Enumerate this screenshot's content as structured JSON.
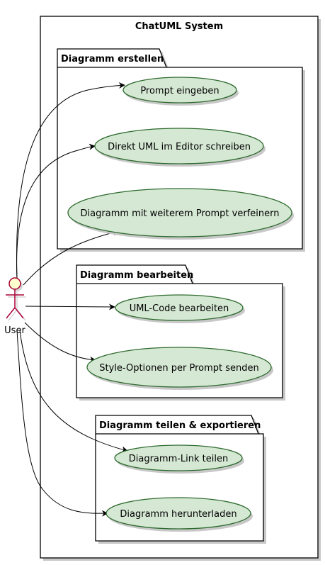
{
  "system": {
    "title": "ChatUML System"
  },
  "actor": {
    "label": "User"
  },
  "packages": [
    {
      "title": "Diagramm erstellen"
    },
    {
      "title": "Diagramm bearbeiten"
    },
    {
      "title": "Diagramm teilen & exportieren"
    }
  ],
  "use_cases": [
    {
      "label": "Prompt eingeben"
    },
    {
      "label": "Direkt UML im Editor schreiben"
    },
    {
      "label": "Diagramm mit weiterem Prompt verfeinern"
    },
    {
      "label": "UML-Code bearbeiten"
    },
    {
      "label": "Style-Optionen per Prompt senden"
    },
    {
      "label": "Diagramm-Link teilen"
    },
    {
      "label": "Diagramm herunterladen"
    }
  ],
  "colors": {
    "use_case_fill": "#d5e8d4",
    "use_case_stroke": "#2e6b2e",
    "actor_fill": "#fefece",
    "actor_stroke": "#a80036"
  }
}
